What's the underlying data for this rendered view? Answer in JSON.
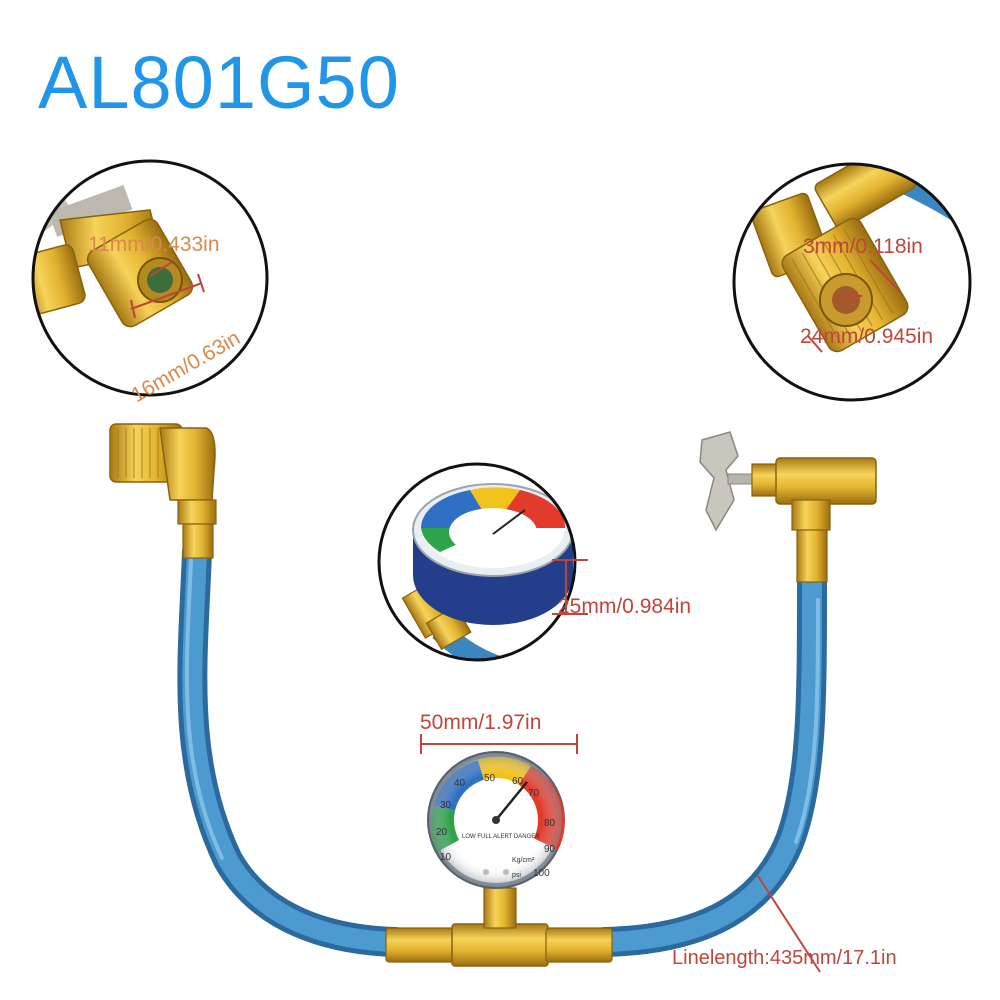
{
  "product": {
    "model": "AL801G50"
  },
  "dimensions": {
    "left_coupler_inner": "11mm/0.433in",
    "left_coupler_outer": "16mm/0.63in",
    "right_coupler_inner": "3mm/0.118in",
    "right_coupler_outer": "24mm/0.945in",
    "gauge_depth": "25mm/0.984in",
    "gauge_diameter": "50mm/1.97in",
    "line_length": "Linelength:435mm/17.1in"
  },
  "gauge": {
    "scale_values": [
      "10",
      "20",
      "30",
      "40",
      "50",
      "60",
      "70",
      "80",
      "90",
      "100"
    ],
    "caption": "LOW FULL ALERT DANGER",
    "unit_kg": "Kg/cm²",
    "unit_psi": "psi"
  },
  "colors": {
    "title": "#2196e8",
    "dimension_red": "#c0453a",
    "dimension_orange": "#d9894b",
    "hose_blue": "#3a86c0",
    "brass": "#d9a92a",
    "zone_blue": "#2f6fc4",
    "zone_green": "#2ea34a",
    "zone_yellow": "#f2c21c",
    "zone_red": "#e23b2c"
  }
}
